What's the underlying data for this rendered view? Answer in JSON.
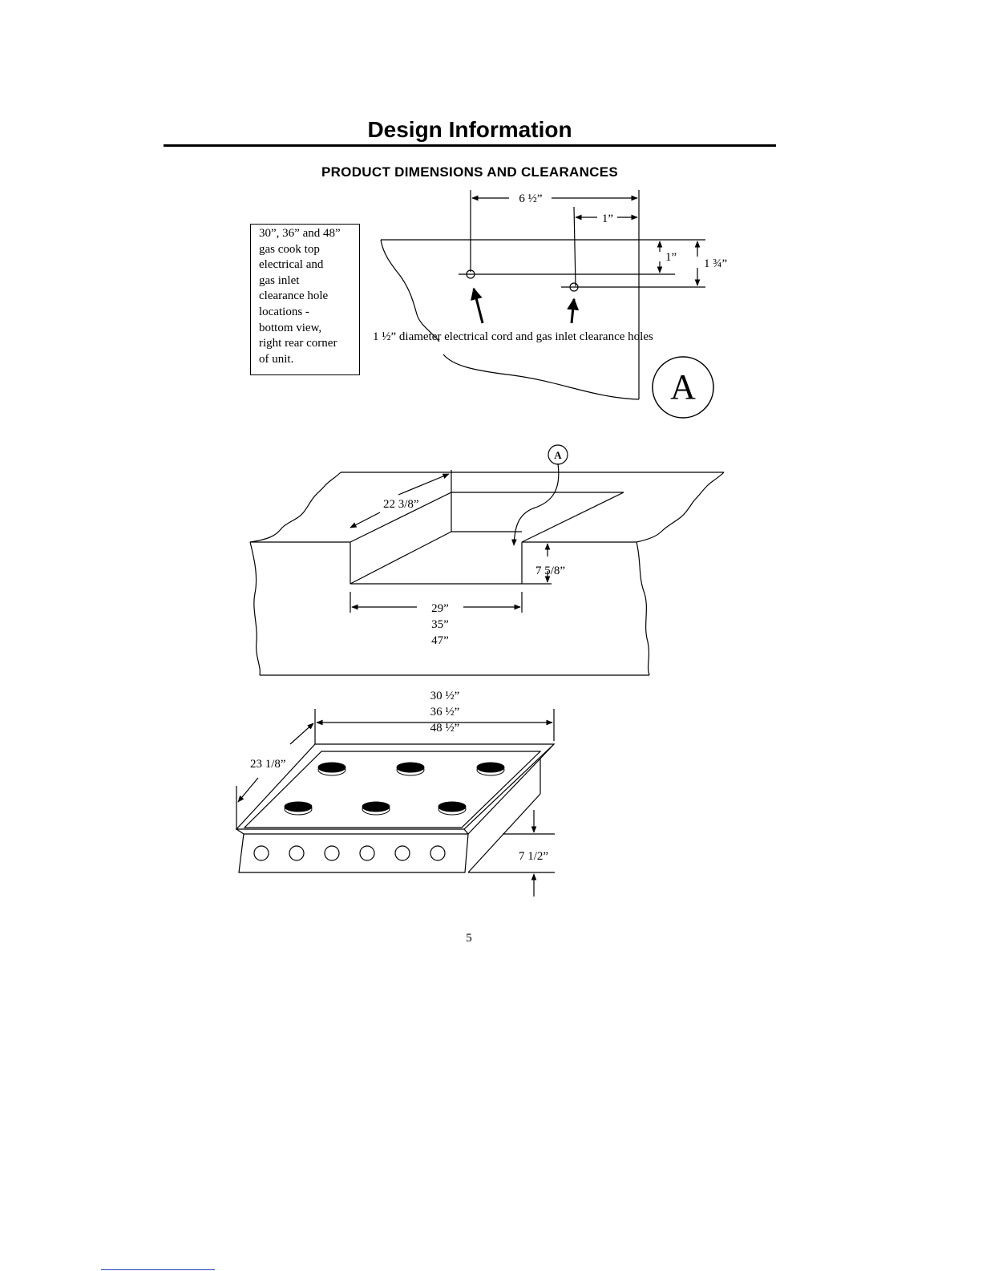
{
  "heading": "Design Information",
  "subheading": "PRODUCT DIMENSIONS AND CLEARANCES",
  "callout_lines": [
    "30”, 36” and 48”",
    "gas cook top",
    "electrical and",
    "gas inlet",
    "clearance hole",
    "locations -",
    "bottom view,",
    "right rear corner",
    "of unit."
  ],
  "detail_a": {
    "dim_hole_from_edge": "6 ½”",
    "dim_second_hole": "1”",
    "dim_depth_first": "1”",
    "dim_depth_second": "1 ¾”",
    "hole_label": "1 ½” diameter electrical cord and gas inlet clearance holes",
    "marker": "A"
  },
  "cutout": {
    "marker": "A",
    "depth": "22 3/8”",
    "height": "7 5/8”",
    "widths": [
      "29”",
      "35”",
      "47”"
    ]
  },
  "cooktop": {
    "widths": [
      "30 ½”",
      "36 ½”",
      "48 ½”"
    ],
    "depth": "23 1/8”",
    "height": "7 1/2”"
  },
  "page_number": "5"
}
